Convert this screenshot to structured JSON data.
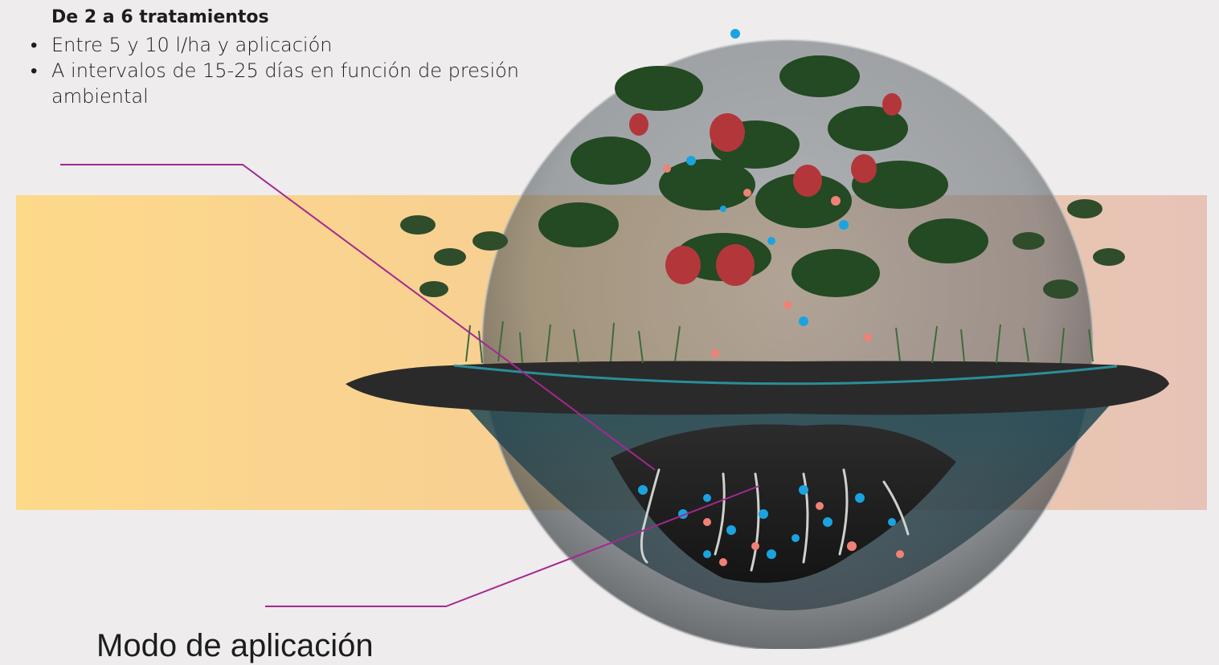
{
  "info": {
    "title": "De 2 a 6 tratamientos",
    "items": [
      {
        "bullet": "•",
        "text": "Entre 5 y 10 l/ha y aplicación"
      },
      {
        "bullet": "•",
        "text": "A intervalos de 15-25 días en función de presión ambiental"
      }
    ]
  },
  "bottom": {
    "title": "Modo de aplicación"
  },
  "colors": {
    "leader_line": "#a3298f",
    "band_left": "#fdd98a",
    "band_right": "#e6c3b6",
    "background": "#eeeced"
  },
  "image": {
    "alt": "strawberry-plant-soil-sphere"
  }
}
